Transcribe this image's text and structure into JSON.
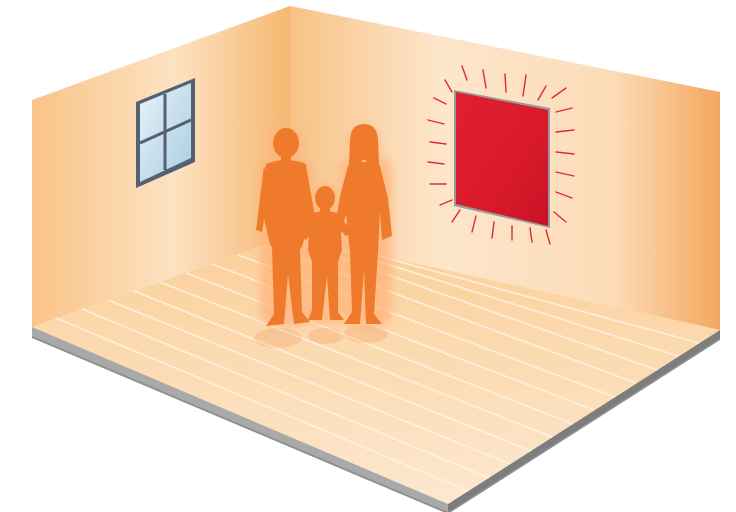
{
  "scene": {
    "subject": "family-in-room-heated-by-infrared-panel",
    "people": [
      "man",
      "child",
      "woman"
    ],
    "heater": "wall-mounted-infrared-heating-panel",
    "colors": {
      "wall_light": "#fde3c4",
      "wall_warm": "#f6b56a",
      "floor": "#fbd6a8",
      "floor_lines": "#fff1de",
      "slab_top": "#d9d9d9",
      "slab_side": "#8f8f8f",
      "silhouette": "#f07a2c",
      "panel_red": "#d8182a",
      "panel_frame": "#9a9a9a",
      "window_glass": "#cfe6f2",
      "window_frame": "#556070"
    },
    "icons": [
      "window-icon",
      "heating-panel-icon",
      "heat-rays-icon",
      "man-silhouette-icon",
      "child-silhouette-icon",
      "woman-silhouette-icon"
    ]
  }
}
